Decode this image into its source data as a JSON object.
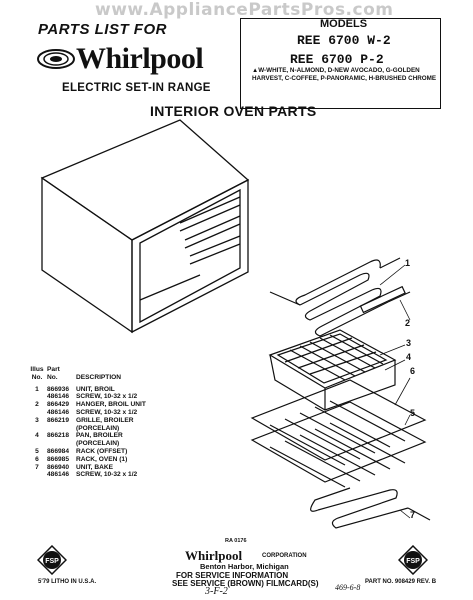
{
  "watermark": "www.AppliancePartsPros.com",
  "header": {
    "parts_list_label": "PARTS LIST FOR",
    "brand": "Whirlpool",
    "range_label": "ELECTRIC SET-IN RANGE",
    "models_title": "MODELS",
    "model_1": "REE 6700 W-2",
    "model_2": "REE 6700 P-2",
    "color_key": "▲W-WHITE, N-ALMOND, D-NEW AVOCADO, G-GOLDEN HARVEST, C-COFFEE, P-PANORAMIC, H-BRUSHED CHROME"
  },
  "section_title": "INTERIOR OVEN PARTS",
  "callouts": [
    "1",
    "2",
    "3",
    "4",
    "6",
    "5",
    "7"
  ],
  "parts_table": {
    "headers": {
      "illus_line1": "Illus",
      "illus_line2": "No.",
      "part_line1": "Part",
      "part_line2": "No.",
      "description": "DESCRIPTION"
    },
    "rows": [
      {
        "illus": "1",
        "part": "866936",
        "desc": "UNIT, BROIL"
      },
      {
        "illus": "",
        "part": "486146",
        "desc": "SCREW, 10-32 x 1/2"
      },
      {
        "illus": "2",
        "part": "866429",
        "desc": "HANGER, BROIL UNIT"
      },
      {
        "illus": "",
        "part": "486146",
        "desc": "SCREW, 10-32 x 1/2"
      },
      {
        "illus": "3",
        "part": "866219",
        "desc": "GRILLE, BROILER"
      },
      {
        "illus": "",
        "part": "",
        "desc": "(PORCELAIN)"
      },
      {
        "illus": "4",
        "part": "866218",
        "desc": "PAN, BROILER"
      },
      {
        "illus": "",
        "part": "",
        "desc": "(PORCELAIN)"
      },
      {
        "illus": "5",
        "part": "866984",
        "desc": "RACK (OFFSET)"
      },
      {
        "illus": "6",
        "part": "866985",
        "desc": "RACK, OVEN (1)"
      },
      {
        "illus": "7",
        "part": "866940",
        "desc": "UNIT, BAKE"
      },
      {
        "illus": "",
        "part": "486146",
        "desc": "SCREW, 10-32 x 1/2"
      }
    ]
  },
  "figure_id": "RA 0176",
  "footer": {
    "brand": "Whirlpool",
    "corporation": "CORPORATION",
    "city": "Benton Harbor, Michigan",
    "service_line1": "FOR SERVICE INFORMATION",
    "service_line2": "SEE SERVICE (BROWN) FILMCARD(S)",
    "handwritten_note": "3-F-2",
    "handwritten_date": "469-6-8",
    "litho": "5'79 LITHO IN U.S.A.",
    "part_no": "PART NO. 908429 REV. B",
    "fsp_label": "FSP"
  }
}
